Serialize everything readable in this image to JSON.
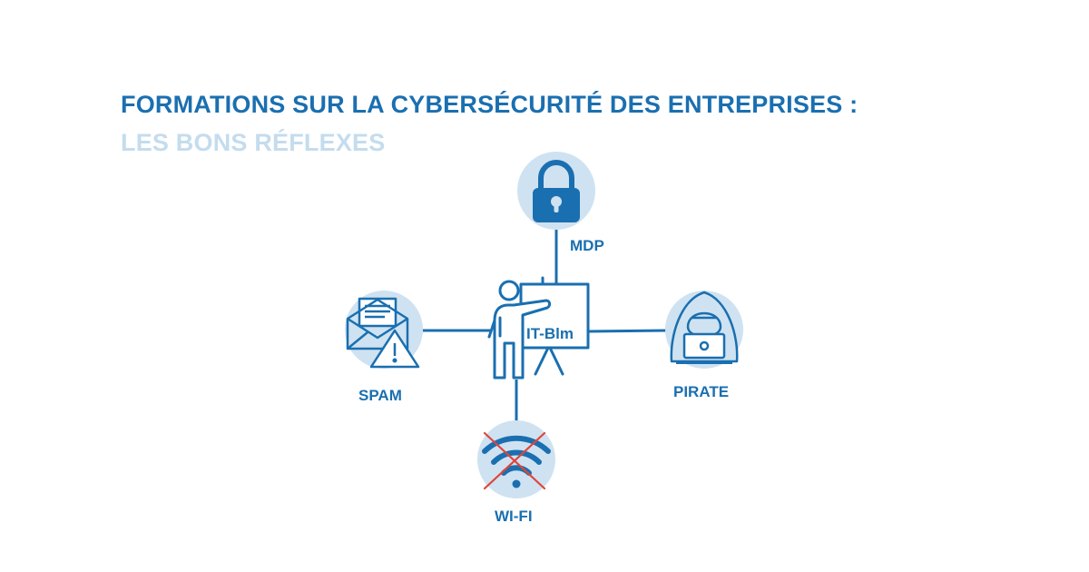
{
  "header": {
    "title": "FORMATIONS SUR LA CYBERSÉCURITÉ DES ENTREPRISES :",
    "subtitle": "LES BONS RÉFLEXES"
  },
  "center": {
    "board_text": "IT-Blm",
    "icon": "trainer-presenting-board-icon"
  },
  "nodes": [
    {
      "id": "mdp",
      "label": "MDP",
      "icon": "padlock-icon"
    },
    {
      "id": "spam",
      "label": "SPAM",
      "icon": "email-warning-icon"
    },
    {
      "id": "pirate",
      "label": "PIRATE",
      "icon": "hacker-laptop-icon"
    },
    {
      "id": "wifi",
      "label": "WI-FI",
      "icon": "wifi-crossed-icon"
    }
  ],
  "colors": {
    "primary": "#1a6fb0",
    "subtitle": "#c4dcee",
    "circle_fill": "#cfe2f1",
    "cross": "#e0453a",
    "background": "#ffffff"
  }
}
